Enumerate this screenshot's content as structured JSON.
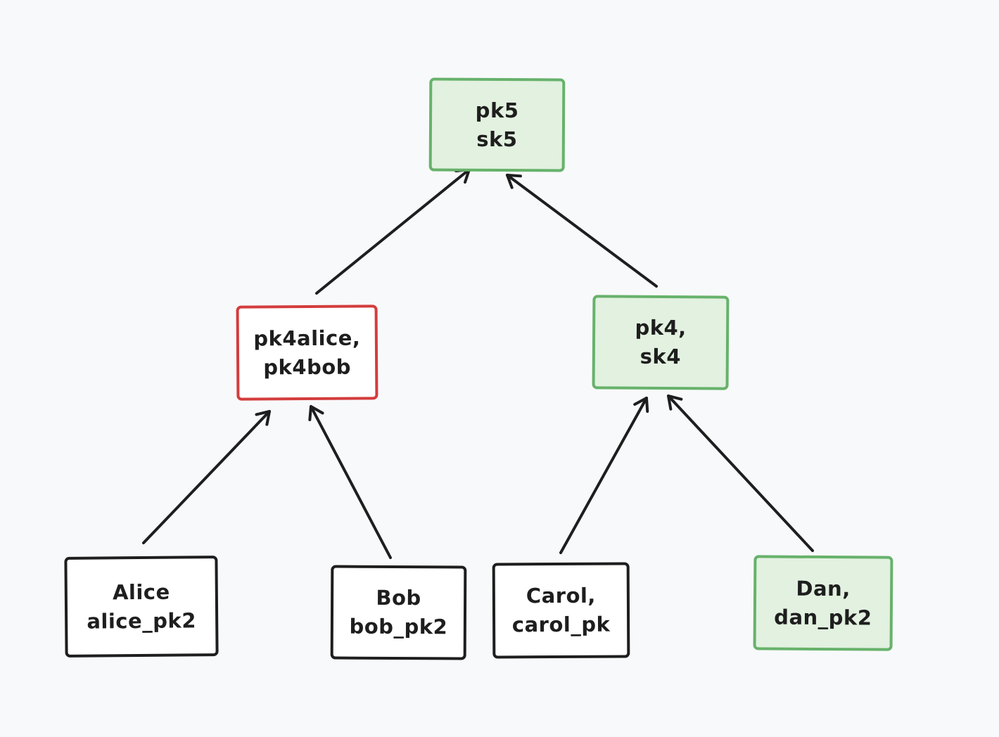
{
  "colors": {
    "background": "#f8f9fb",
    "edge": "#1e1e1e",
    "black_border": "#1e1e1e",
    "green_border": "#67b26b",
    "green_fill": "#e2f1e0",
    "red_border": "#d43c3c",
    "white_fill": "#ffffff"
  },
  "nodes": [
    {
      "id": "root",
      "lines": [
        "pk5",
        "sk5"
      ],
      "style": "green"
    },
    {
      "id": "left-mid",
      "lines": [
        "pk4alice,",
        "pk4bob"
      ],
      "style": "red"
    },
    {
      "id": "right-mid",
      "lines": [
        "pk4,",
        "sk4"
      ],
      "style": "green"
    },
    {
      "id": "alice",
      "lines": [
        "Alice",
        "alice_pk2"
      ],
      "style": "black"
    },
    {
      "id": "bob",
      "lines": [
        "Bob",
        "bob_pk2"
      ],
      "style": "black"
    },
    {
      "id": "carol",
      "lines": [
        "Carol,",
        "carol_pk"
      ],
      "style": "black"
    },
    {
      "id": "dan",
      "lines": [
        "Dan,",
        "dan_pk2"
      ],
      "style": "green"
    }
  ],
  "edges": [
    {
      "from": "left-mid",
      "to": "root"
    },
    {
      "from": "right-mid",
      "to": "root"
    },
    {
      "from": "alice",
      "to": "left-mid"
    },
    {
      "from": "bob",
      "to": "left-mid"
    },
    {
      "from": "carol",
      "to": "right-mid"
    },
    {
      "from": "dan",
      "to": "right-mid"
    }
  ]
}
